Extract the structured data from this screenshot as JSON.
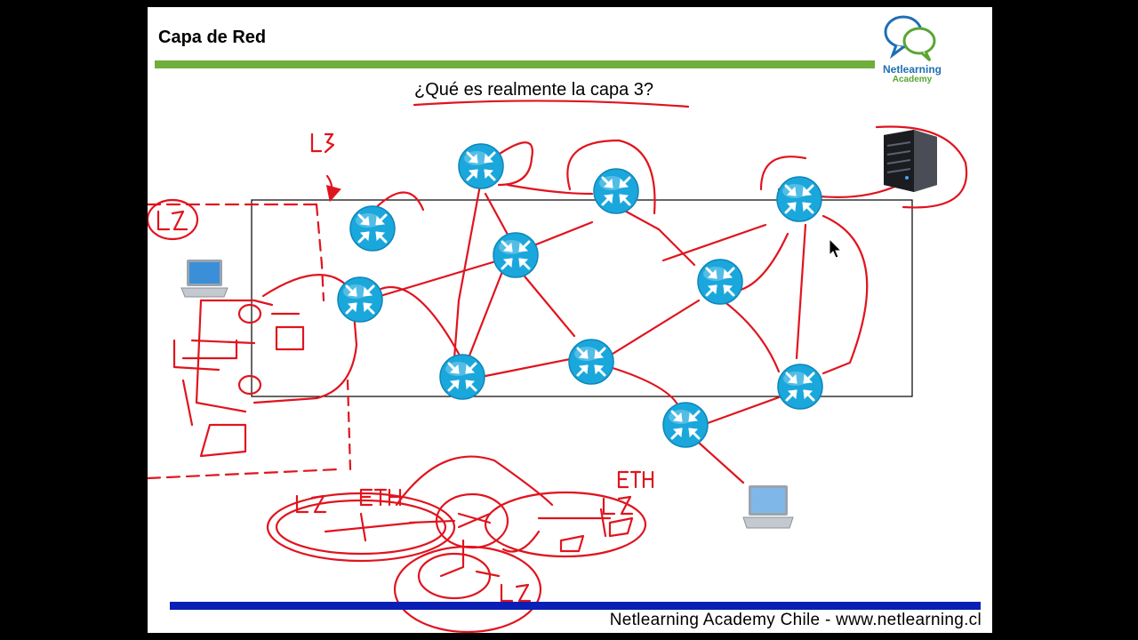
{
  "slide": {
    "title": "Capa de Red",
    "question": "¿Qué es realmente la capa 3?",
    "footer": "Netlearning Academy Chile  -  www.netlearning.cl"
  },
  "logo": {
    "name": "Netlearning",
    "sub": "Academy"
  },
  "annotations": {
    "l3_top": "L3",
    "l2_left": "L2",
    "l2_bottom_left": "L2",
    "l2_bottom_right": "L2",
    "l2_bottom_center": "L2",
    "eth_left": "ETH",
    "eth_right": "ETH"
  },
  "colors": {
    "green_bar": "#6fae3a",
    "blue_bar": "#0a1fb5",
    "ink": "#e0141e",
    "router": "#1aa7dc"
  },
  "icons": [
    "router-icon",
    "server-icon",
    "laptop-icon",
    "mouse-cursor-icon"
  ]
}
